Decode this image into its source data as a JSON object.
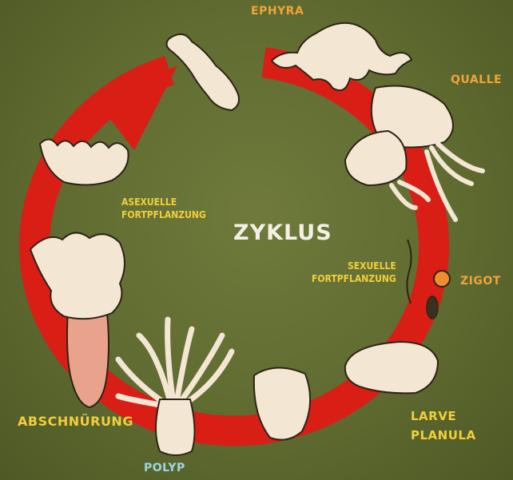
{
  "diagram": {
    "title": "ZYKLUS",
    "colors": {
      "background": "#5e6a2f",
      "arrow": "#d91e16",
      "organism": "#f3e6d3",
      "orange_label": "#f0a43a",
      "yellow_label": "#f2cf3a",
      "blue_label": "#9fd6e4"
    },
    "stages": [
      {
        "key": "ephyra",
        "label": "EPHYRA"
      },
      {
        "key": "qualle",
        "label": "QUALLE"
      },
      {
        "key": "zigot",
        "label": "ZIGOT"
      },
      {
        "key": "larve",
        "label": "LARVE"
      },
      {
        "key": "planula",
        "label": "PLANULA"
      },
      {
        "key": "polyp",
        "label": "POLYP"
      },
      {
        "key": "abschnuerung",
        "label": "ABSCHNÜRUNG"
      }
    ],
    "processes": {
      "asexual": [
        "ASEXUELLE",
        "FORTPFLANZUNG"
      ],
      "sexual": [
        "SEXUELLE",
        "FORTPFLANZUNG"
      ]
    }
  }
}
